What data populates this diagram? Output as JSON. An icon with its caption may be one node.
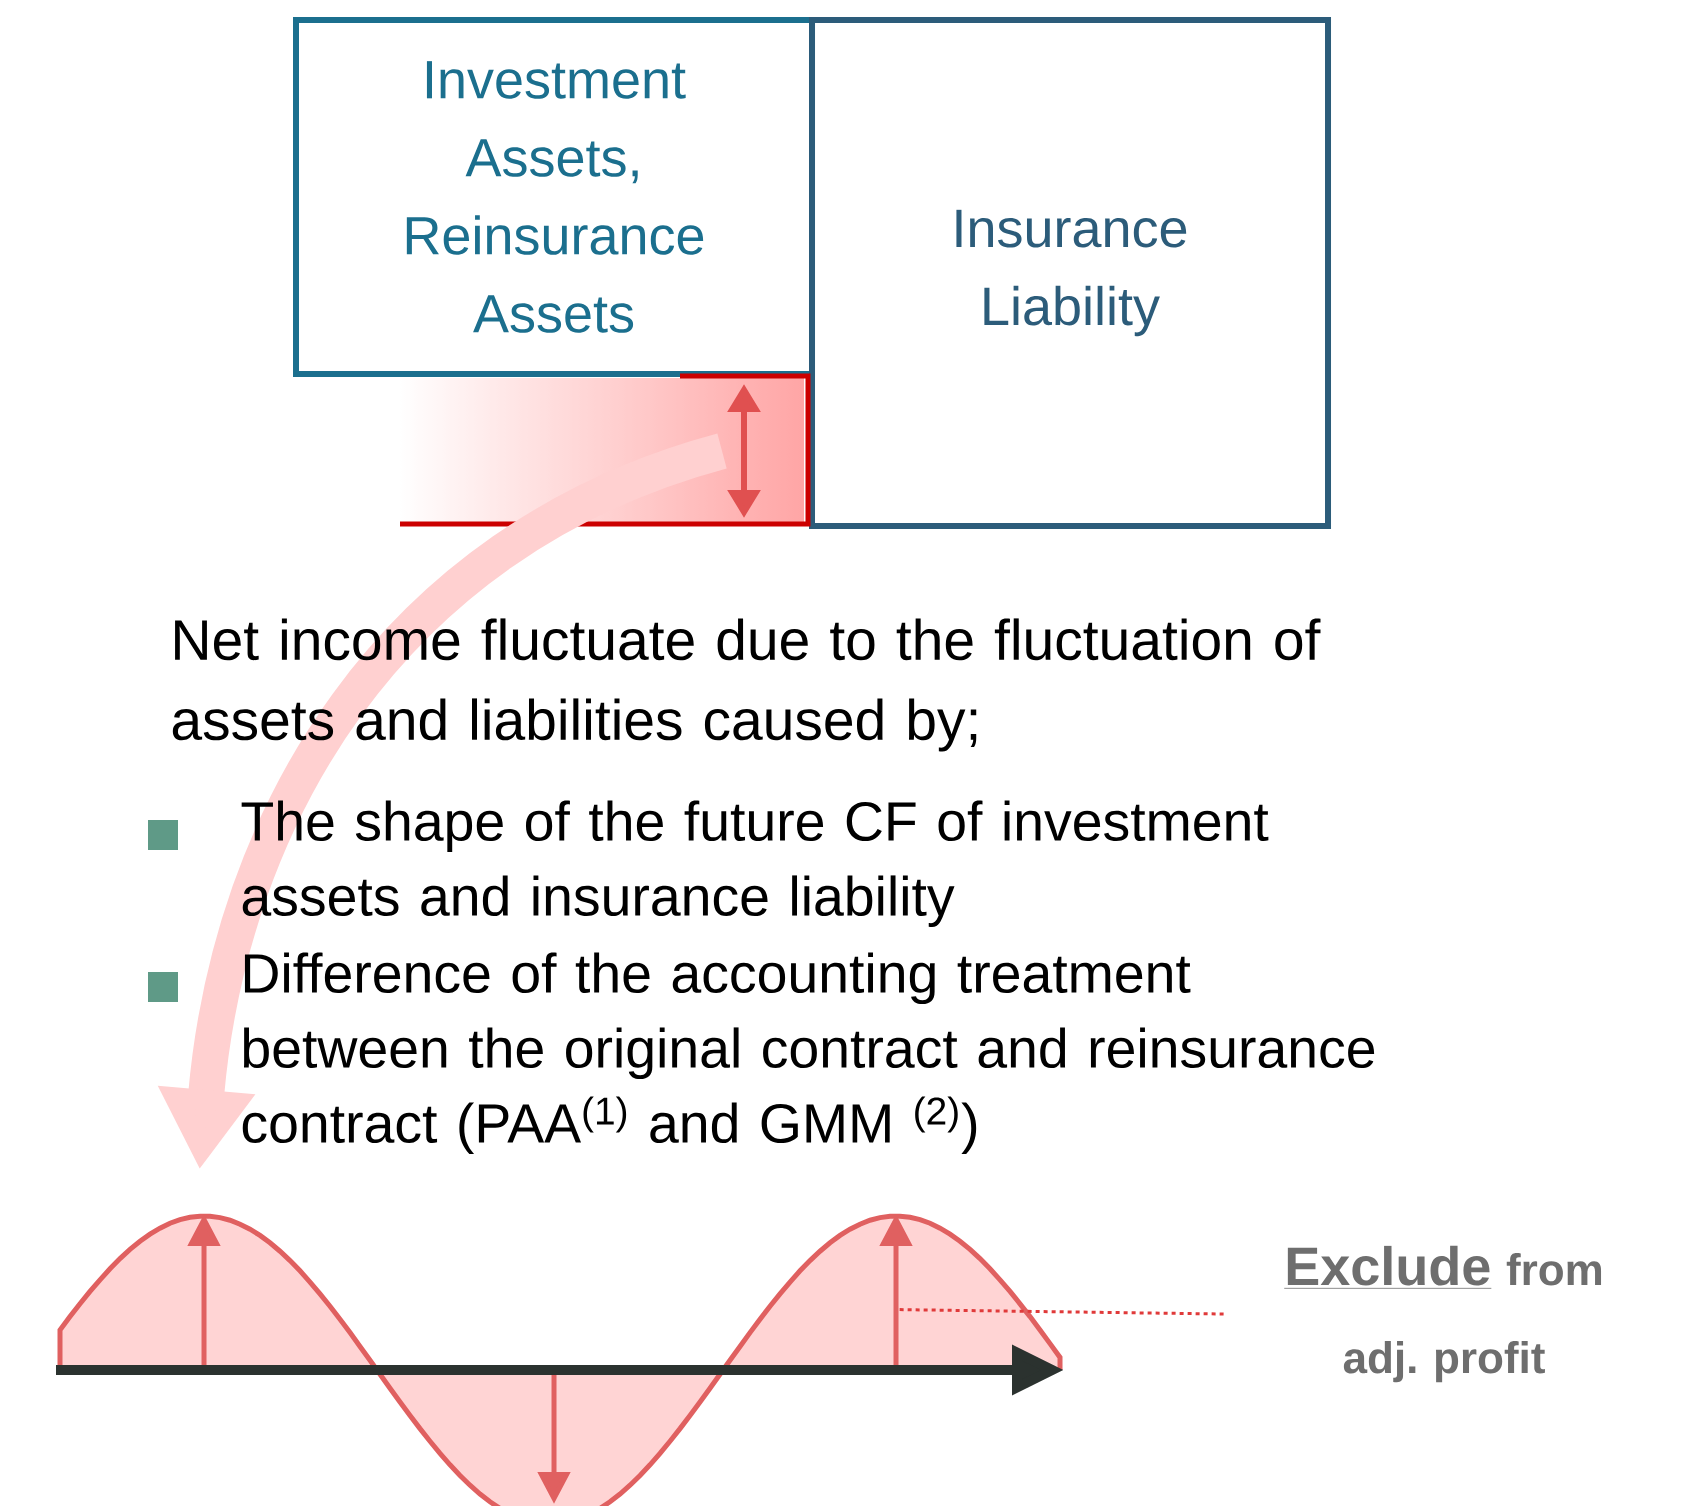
{
  "diagram": {
    "nodes": [
      {
        "text": [
          "Investment Assets, Reinsurance Assets"
        ]
      },
      {
        "text": [
          "Insurance Liability"
        ]
      },
      {
        "text": [],
        "shape": "bar"
      },
      {
        "text": [],
        "shape": "picture"
      },
      {
        "text": [
          "Exclude",
          "from adj. profit"
        ]
      }
    ],
    "edges": [
      {
        "from": 2,
        "to": 3,
        "arrow": "to",
        "style": "thick",
        "color": "#ffd0d0"
      },
      {
        "from": 4,
        "to": 3,
        "arrow": "none",
        "style": "dashed",
        "color": "#e03a3a"
      }
    ],
    "labels": [
      "Net income fluctuate due to the fluctuation of assets and liabilities caused by;",
      "The shape of the future CF of investment assets and insurance liability",
      "Difference of the accounting treatment between the original contract and reinsurance contract (PAA$^{(1)}$ and GMM $^{(2)}$)"
    ]
  }
}
